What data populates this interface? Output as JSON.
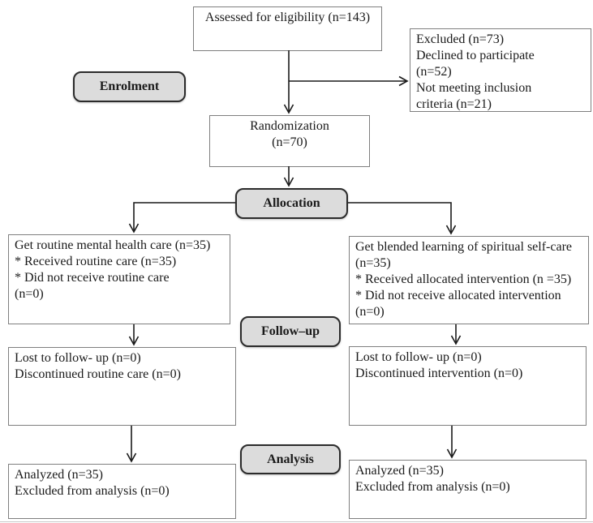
{
  "stage_labels": {
    "enrolment": "Enrolment",
    "allocation": "Allocation",
    "followup": "Follow–up",
    "analysis": "Analysis"
  },
  "boxes": {
    "assessed": {
      "lines": [
        "Assessed for eligibility (n=143)"
      ]
    },
    "excluded": {
      "lines": [
        "Excluded (n=73)",
        "Declined to participate",
        "(n=52)",
        "Not meeting inclusion",
        "criteria (n=21)"
      ]
    },
    "randomization": {
      "lines": [
        "Randomization",
        "(n=70)"
      ]
    },
    "control_allocation": {
      "lines": [
        "Get routine mental health care (n=35)",
        "* Received routine care (n=35)",
        "* Did not receive routine care",
        "(n=0)"
      ]
    },
    "intervention_allocation": {
      "lines": [
        "Get blended learning of spiritual self-care",
        "(n=35)",
        "* Received allocated intervention (n =35)",
        "* Did not receive allocated intervention",
        "(n=0)"
      ]
    },
    "control_followup": {
      "lines": [
        "Lost to follow- up (n=0)",
        "Discontinued routine care (n=0)"
      ]
    },
    "intervention_followup": {
      "lines": [
        "Lost to follow- up (n=0)",
        "Discontinued intervention (n=0)"
      ]
    },
    "control_analysis": {
      "lines": [
        "Analyzed (n=35)",
        "Excluded from analysis (n=0)"
      ]
    },
    "intervention_analysis": {
      "lines": [
        "Analyzed (n=35)",
        "Excluded from analysis (n=0)"
      ]
    }
  },
  "colors": {
    "background": "#ffffff",
    "box_border": "#7f7f7f",
    "stage_label_fill": "#dcdcdc",
    "stage_label_border": "#2b2b2b",
    "arrow": "#1a1a1a",
    "text": "#1a1a1a"
  }
}
